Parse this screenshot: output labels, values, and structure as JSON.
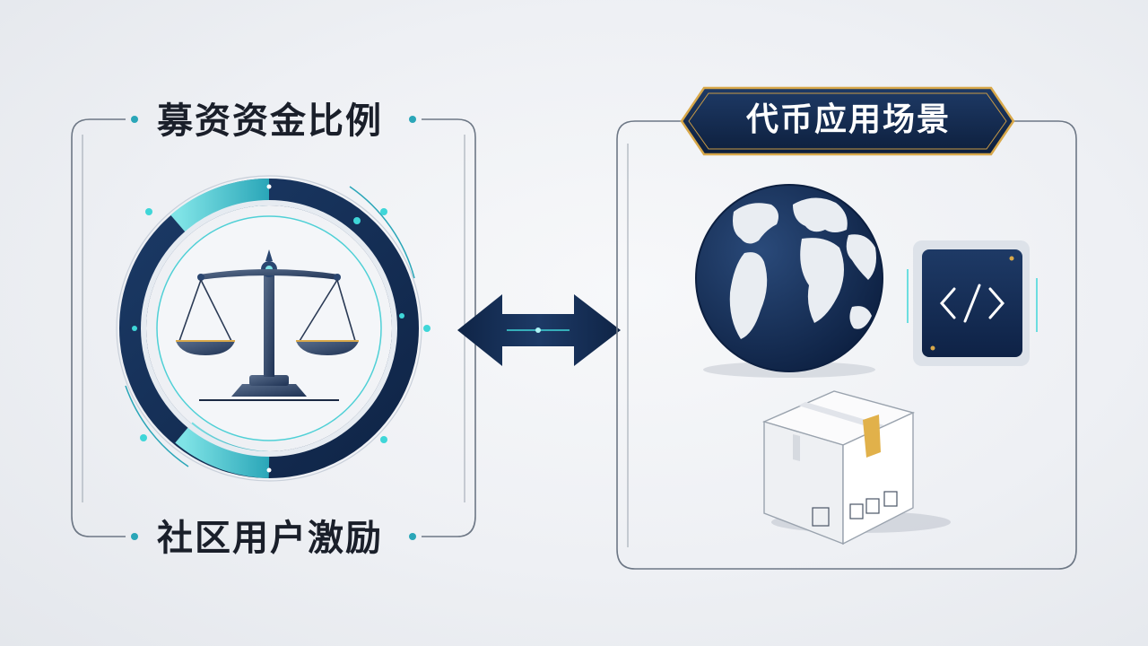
{
  "left_panel": {
    "title": "募资资金比例",
    "caption": "社区用户激励",
    "icon": "scales-of-justice-icon"
  },
  "connector": {
    "icon": "double-arrow-icon"
  },
  "right_panel": {
    "title": "代币应用场景",
    "icons": [
      "globe-icon",
      "code-icon",
      "package-box-icon"
    ]
  },
  "colors": {
    "navy": "#13294b",
    "teal": "#3fd6d8",
    "gold": "#d8a84a",
    "background": "#eef0f4"
  }
}
